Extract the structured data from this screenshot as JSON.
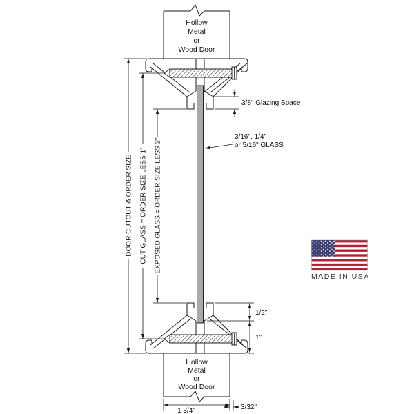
{
  "door_label": {
    "line1": "Hollow",
    "line2": "Metal",
    "line3": "or",
    "line4": "Wood Door"
  },
  "dimensions": {
    "door_cutout": "DOOR CUTOUT & ORDER SIZE",
    "cut_glass": "CUT GLASS = ORDER SIZE LESS 1\"",
    "exposed_glass": "EXPOSED GLASS = ORDER SIZE LESS 2\"",
    "glazing_space": "3/8\" Glazing Space",
    "glass_thickness_line1": "3/16\", 1/4\"",
    "glass_thickness_line2": "or 5/16\" GLASS",
    "flange_half": "1/2\"",
    "flange_one": "1\"",
    "frame_width": "1 3/4\"",
    "clearance": "3/32\""
  },
  "flag": {
    "caption": "MADE IN USA",
    "stripe_red": "#B22234",
    "canton_blue": "#3C3B6E"
  },
  "colors": {
    "line": "#1a1a1a",
    "glass_fill": "#a9a9a9"
  }
}
